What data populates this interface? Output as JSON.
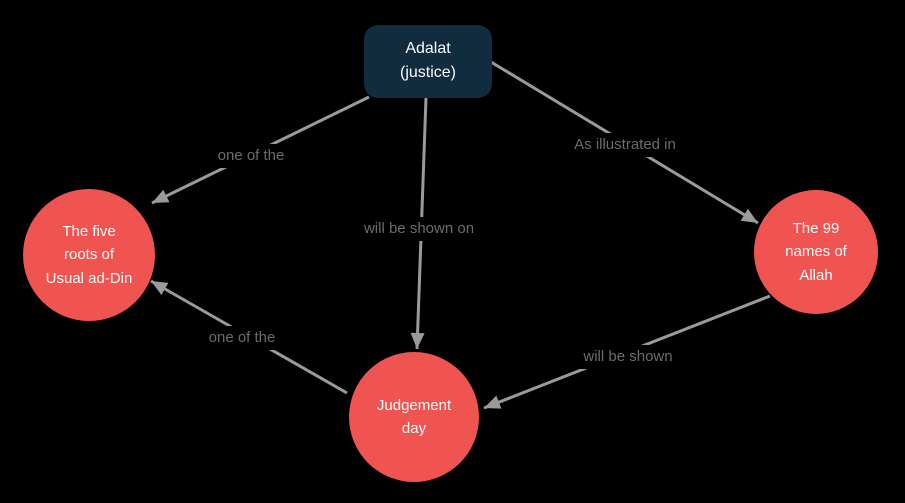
{
  "page": {
    "background": "#000000"
  },
  "colors": {
    "root_node_fill": "#112b3f",
    "topic_node_fill": "#ef5451",
    "node_text": "#fafafa",
    "edge": "#9a9a9a",
    "edge_label_text": "#6b6b6b"
  },
  "nodes": {
    "root": {
      "label": "Adalat (justice)"
    },
    "five_roots": {
      "label": "The five roots of Usual ad-Din"
    },
    "names_of_allah": {
      "label": "The 99 names of Allah"
    },
    "judgement_day": {
      "label": "Judgement day"
    }
  },
  "edges": {
    "root_to_five_roots": {
      "label": "one of the",
      "from": "root",
      "to": "five_roots"
    },
    "root_to_names": {
      "label": "As illustrated in",
      "from": "root",
      "to": "names_of_allah"
    },
    "root_to_judgement": {
      "label": "will be shown on",
      "from": "root",
      "to": "judgement_day"
    },
    "judgement_to_five_roots": {
      "label": "one of the",
      "from": "judgement_day",
      "to": "five_roots"
    },
    "names_to_judgement": {
      "label": "will be shown",
      "from": "names_of_allah",
      "to": "judgement_day"
    }
  }
}
